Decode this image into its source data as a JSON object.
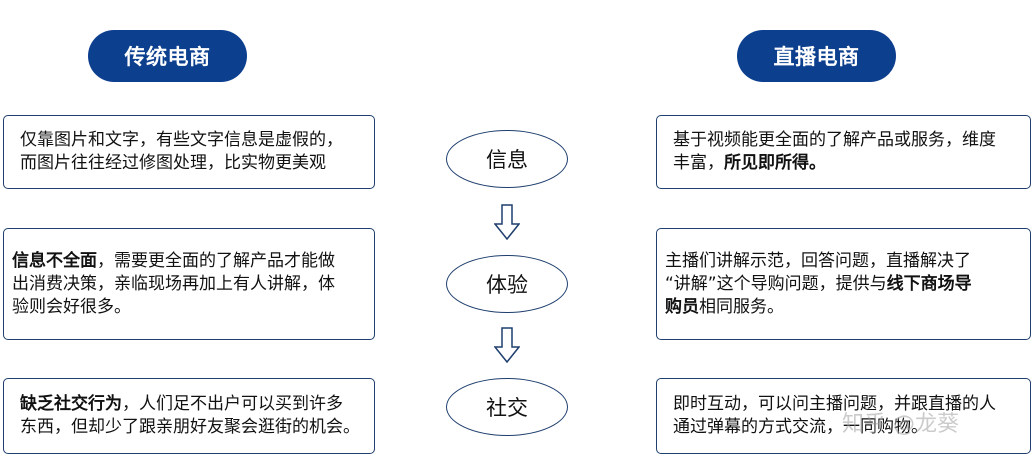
{
  "headers": {
    "left": "传统电商",
    "right": "直播电商"
  },
  "center": {
    "info": "信息",
    "experience": "体验",
    "social": "社交"
  },
  "left_boxes": {
    "info": {
      "line1": "仅靠图片和文字，有些文字信息是虚假的，",
      "line2": "而图片往往经过修图处理，比实物更美观"
    },
    "experience": {
      "bold": "信息不全面",
      "rest1": "，需要更全面的了解产品才能做",
      "line2": "出消费决策，亲临现场再加上有人讲解，体",
      "line3": "验则会好很多。"
    },
    "social": {
      "bold": "缺乏社交行为",
      "rest1": "，人们足不出户可以买到许多",
      "line2": "东西，但却少了跟亲朋好友聚会逛街的机会。"
    }
  },
  "right_boxes": {
    "info": {
      "line1": "基于视频能更全面的了解产品或服务，维度",
      "plain2": "丰富，",
      "bold2": "所见即所得。"
    },
    "experience": {
      "line1": "主播们讲解示范，回答问题，直播解决了",
      "plain2": "“讲解”这个导购问题，提供与",
      "bold2": "线下商场导",
      "bold3": "购员",
      "plain3": "相同服务。"
    },
    "social": {
      "line1": "即时互动，可以问主播问题，并跟直播的人",
      "line2": "通过弹幕的方式交流，一同购物。"
    }
  },
  "watermark": "知乎 @龙葵",
  "colors": {
    "pill": "#0d3f8f",
    "border": "#1f3f6e"
  }
}
